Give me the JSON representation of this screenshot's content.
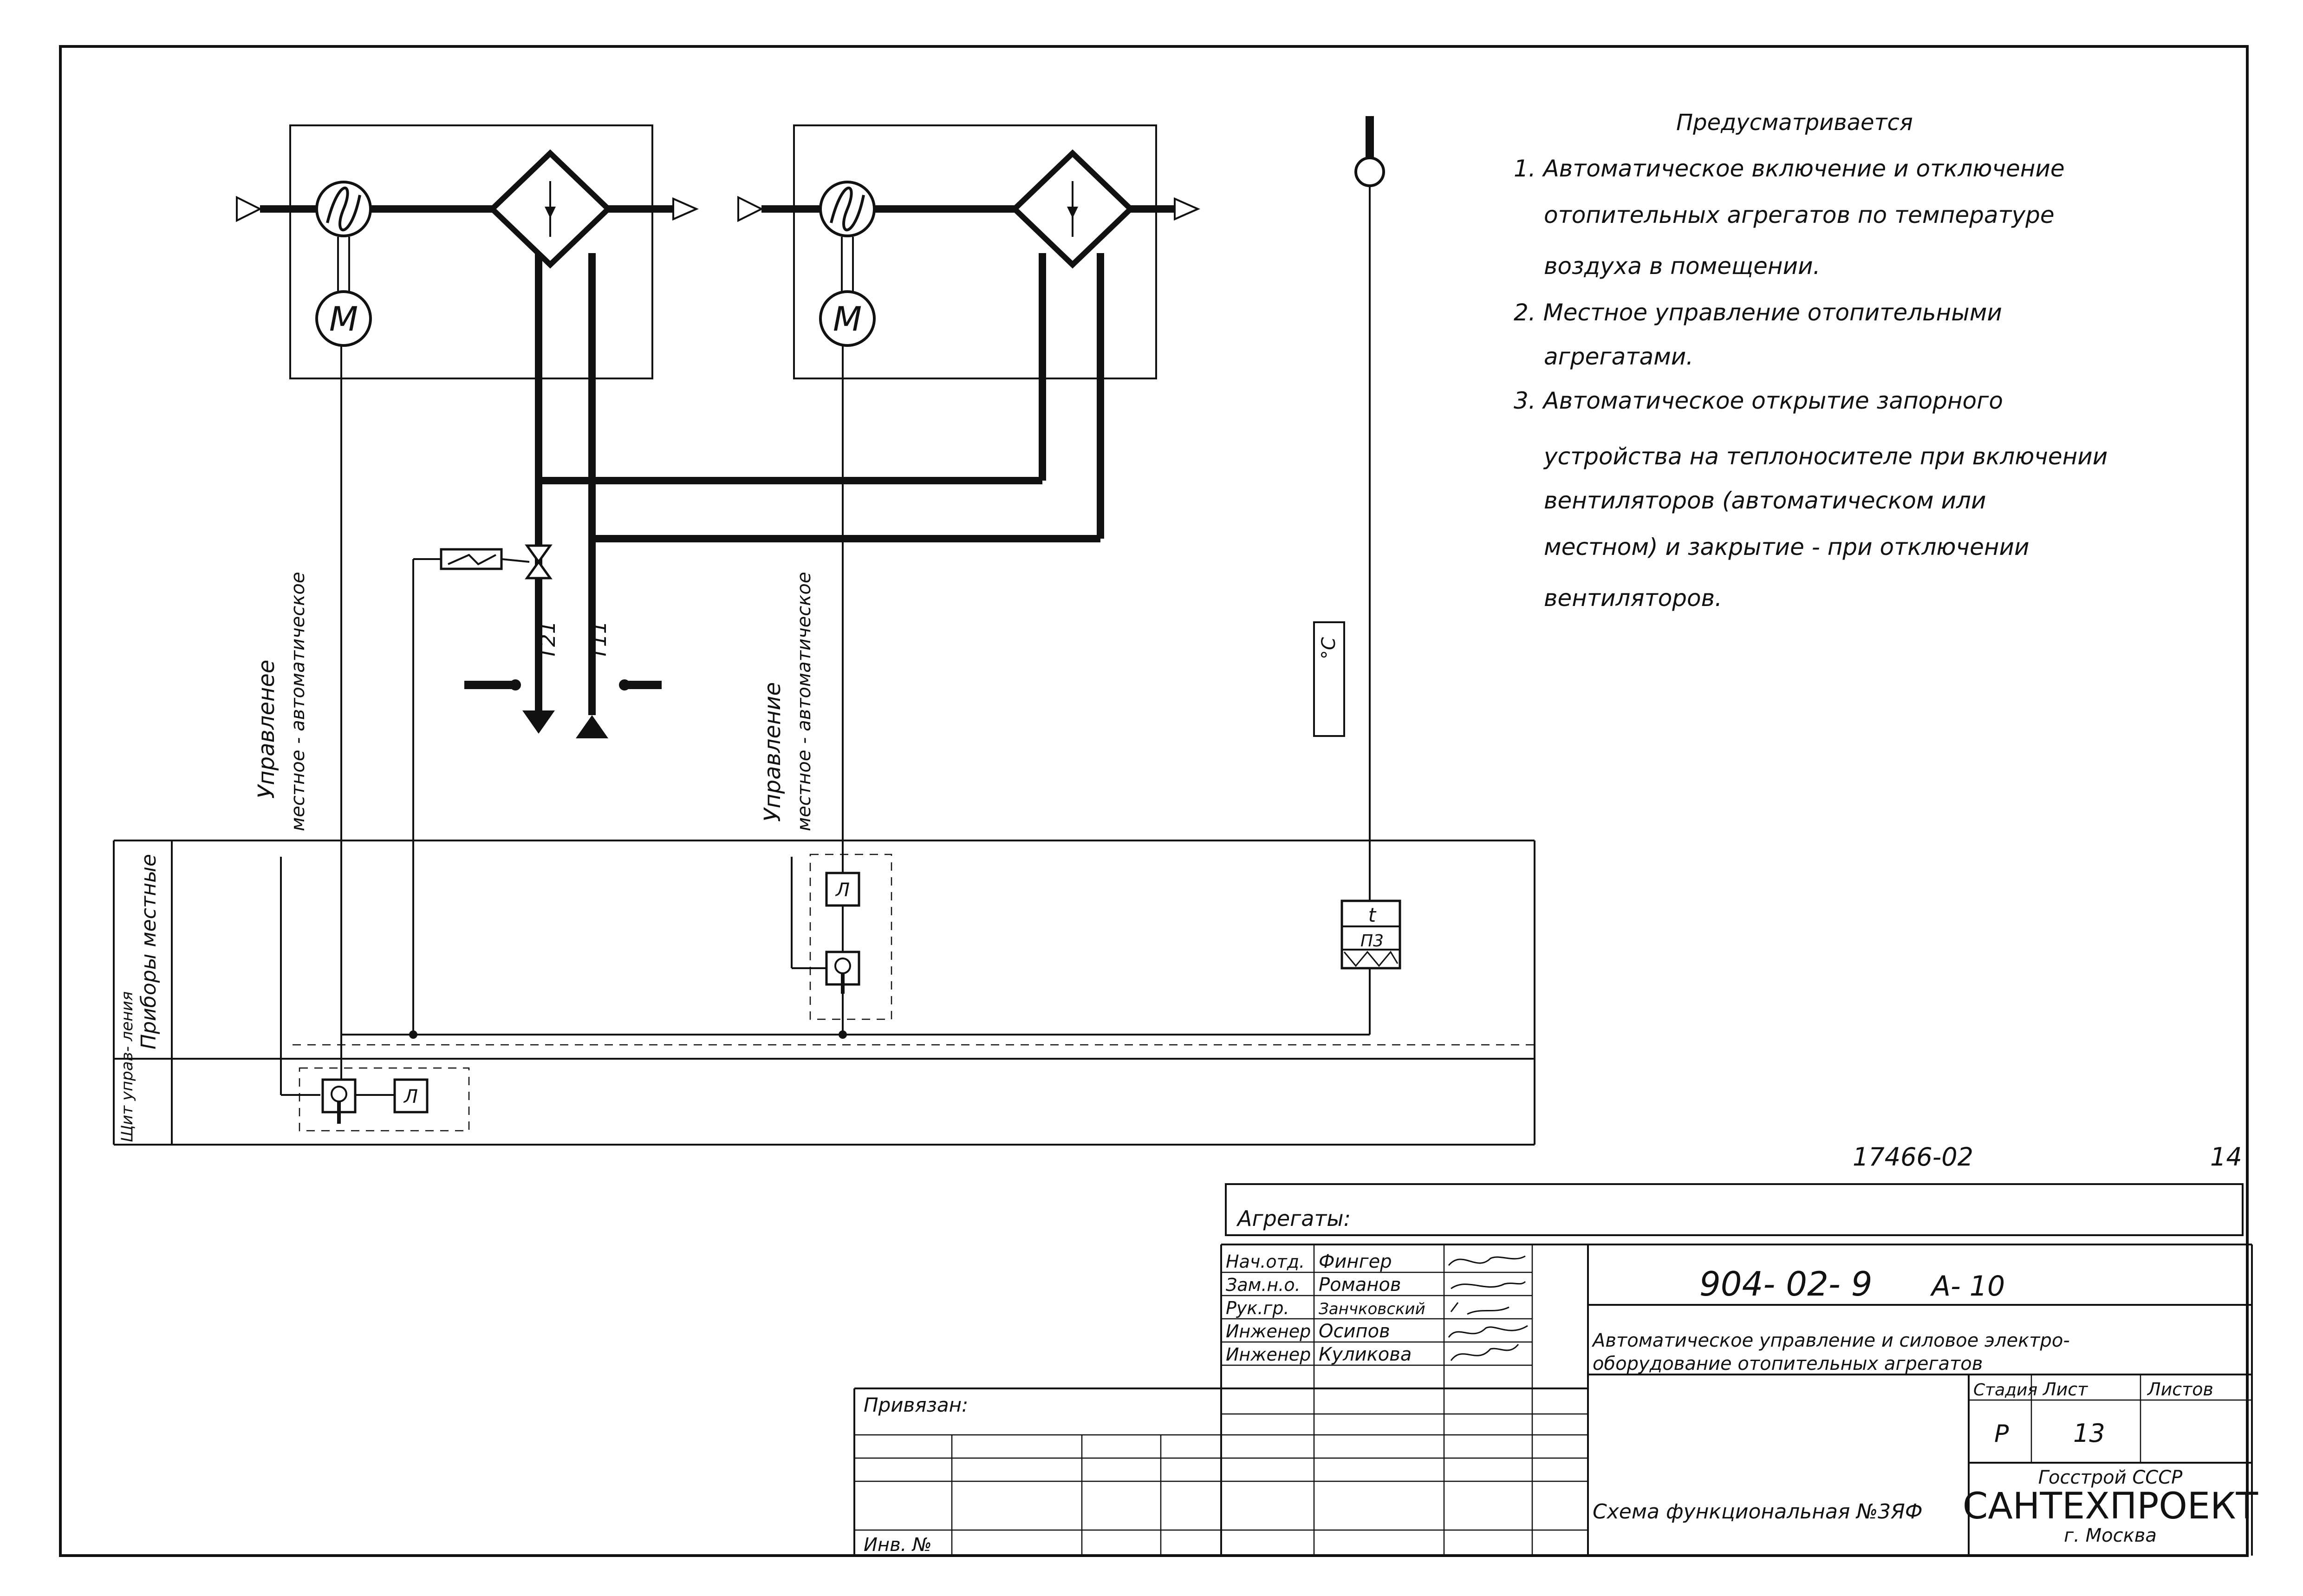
{
  "notes": {
    "heading": "Предусматривается",
    "lines": [
      "1. Автоматическое включение и отключение",
      "отопительных агрегатов по температуре",
      "воздуха в помещении.",
      "2. Местное управление отопительными",
      "агрегатами.",
      "3. Автоматическое открытие запорного",
      "устройства на теплоносителе при включении",
      "вентиляторов (автоматическом или",
      "местном) и закрытие - при отключении",
      "вентиляторов."
    ]
  },
  "diagram": {
    "motor_symbol": "M",
    "pipe_return": "T21",
    "pipe_supply": "T11",
    "temp_unit": "°C",
    "control_label_1": "Управленее",
    "control_label_1b": "местное - автоматическое",
    "control_label_2": "Управление",
    "control_label_2b": "местное - автоматическое",
    "row_local": "Приборы местные",
    "row_panel": "Щит управ- ления",
    "relay_symbol": "Л",
    "sensor_t": "t",
    "sensor_code": "П3"
  },
  "title_block": {
    "sheet_ref": "17466-02",
    "page_corner": "14",
    "aggregates_label": "Агрегаты:",
    "bound_label": "Привязан:",
    "inv_label": "Инв. №",
    "staff": [
      {
        "role": "Нач.отд.",
        "name": "Фингер"
      },
      {
        "role": "Зам.н.о.",
        "name": "Романов"
      },
      {
        "role": "Рук.гр.",
        "name": "Занчковский"
      },
      {
        "role": "Инженер",
        "name": "Осипов"
      },
      {
        "role": "Инженер",
        "name": "Куликова"
      }
    ],
    "doc_code": "904- 02- 9",
    "doc_album": "А- 10",
    "doc_title_1": "Автоматическое управление и силовое электро-",
    "doc_title_2": "оборудование отопительных агрегатов",
    "stage_label": "Стадия",
    "sheet_label": "Лист",
    "sheets_label": "Листов",
    "stage_value": "Р",
    "sheet_value": "13",
    "scheme_name": "Схема функциональная №3ЯФ",
    "org_1": "Госстрой СССР",
    "org_2": "САНТЕХПРОЕКТ",
    "org_3": "г. Москва"
  }
}
